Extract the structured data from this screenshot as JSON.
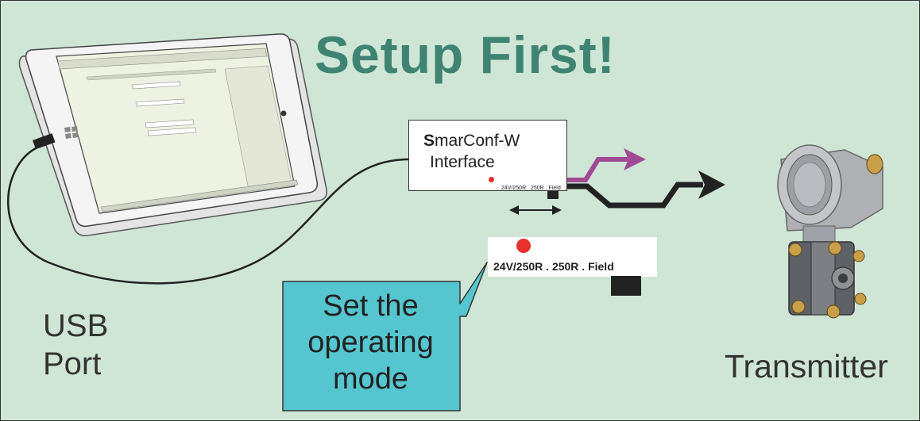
{
  "title": "Setup First!",
  "interface": {
    "name_initial": "S",
    "name_rest": "marConf-W",
    "subtitle": "Interface",
    "mode_label_small": "24V/250R . 250R . Field"
  },
  "mode_selector": {
    "label": "24V/250R . 250R . Field"
  },
  "usb": {
    "line1": "USB",
    "line2": "Port"
  },
  "callout": {
    "line1": "Set the",
    "line2": "operating",
    "line3": "mode"
  },
  "transmitter": {
    "label": "Transmitter"
  },
  "colors": {
    "background": "#cfe6d6",
    "title": "#3f8472",
    "callout": "#55c6cf",
    "arrow_magenta": "#a04a95",
    "arrow_dark": "#222222",
    "led": "#e8302e"
  }
}
